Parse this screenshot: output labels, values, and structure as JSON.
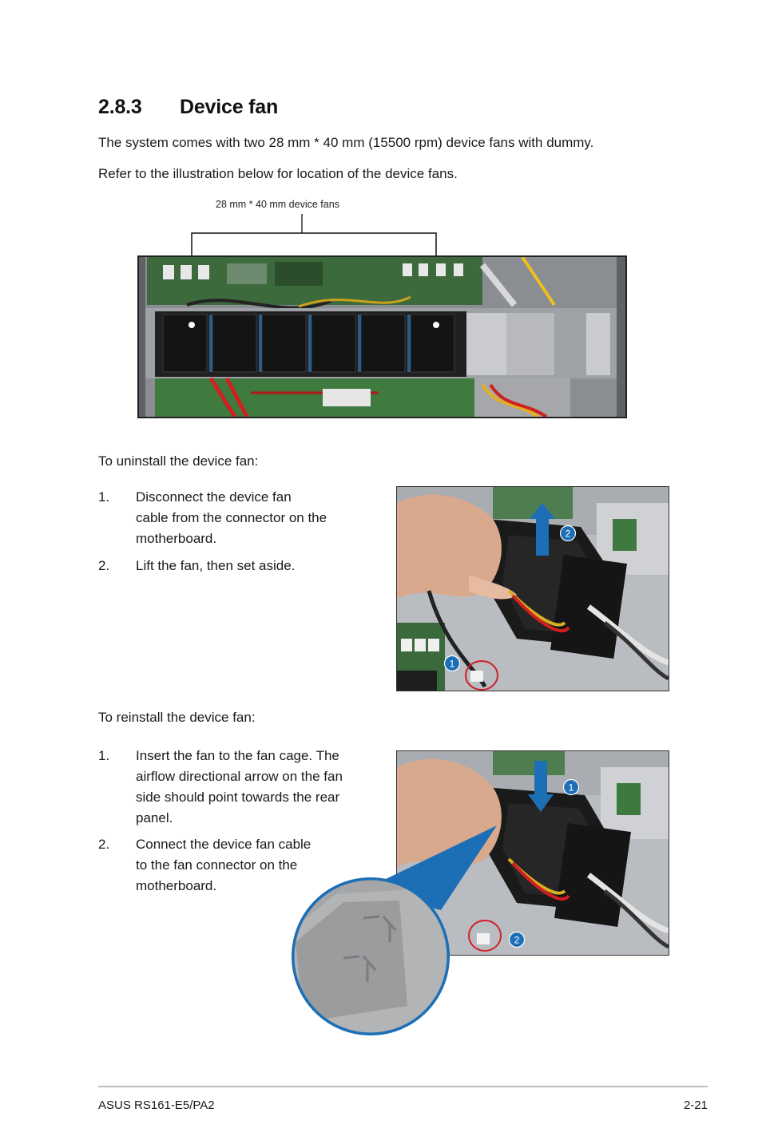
{
  "section": {
    "number": "2.8.3",
    "title": "Device fan"
  },
  "intro": [
    "The system comes with two 28 mm * 40 mm (15500 rpm) device fans with dummy.",
    "Refer to the illustration below for location of the device fans."
  ],
  "figure_top": {
    "callout": "28 mm * 40 mm device fans"
  },
  "uninstall": {
    "heading": "To uninstall the device fan:",
    "steps": [
      {
        "num": "1.",
        "lines": [
          "Disconnect the device fan",
          "cable from the connector on the",
          "motherboard."
        ]
      },
      {
        "num": "2.",
        "lines": [
          "Lift the fan, then set aside."
        ]
      }
    ],
    "markers": [
      "2",
      "1"
    ]
  },
  "reinstall": {
    "heading": "To reinstall the device fan:",
    "steps": [
      {
        "num": "1.",
        "lines": [
          "Insert the fan to the fan cage. The",
          "airflow directional arrow on the fan",
          "side should point towards the rear",
          "panel."
        ]
      },
      {
        "num": "2.",
        "lines": [
          "Connect the device fan cable",
          "to the fan connector on the",
          "motherboard."
        ]
      }
    ],
    "markers": [
      "1",
      "2"
    ]
  },
  "footer": {
    "left": "ASUS RS161-E5/PA2",
    "right": "2-21"
  },
  "colors": {
    "marker_blue": "#1d6fb5",
    "callout_red": "#d0202a",
    "fan_black": "#1c1c1c"
  }
}
